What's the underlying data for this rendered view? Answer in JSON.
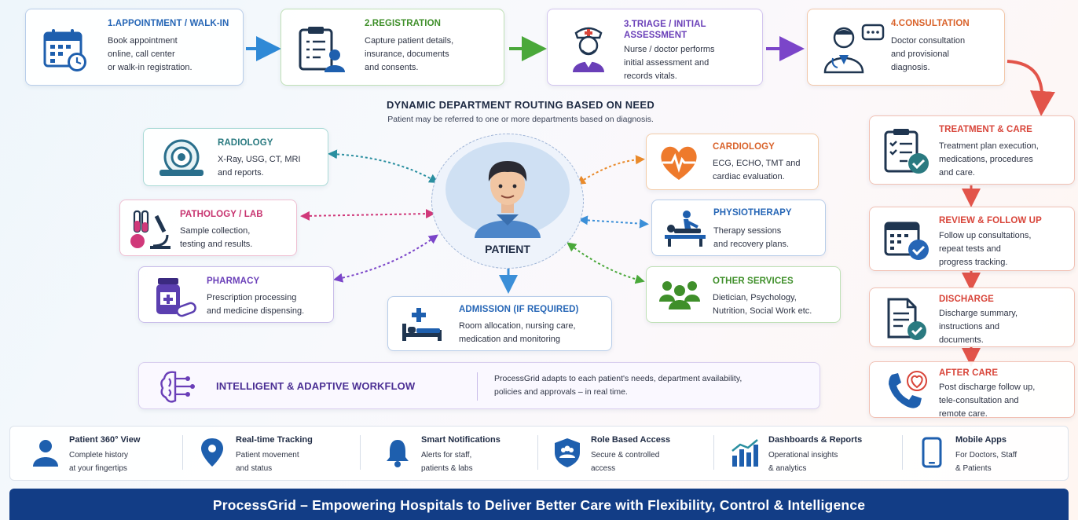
{
  "steps": [
    {
      "title": "1.APPOINTMENT / WALK-IN",
      "lines": [
        "Book appointment",
        "online, call center",
        "or walk-in registration."
      ]
    },
    {
      "title": "2.REGISTRATION",
      "lines": [
        "Capture patient details,",
        "insurance, documents",
        "and consents."
      ]
    },
    {
      "title_lines": [
        "3.TRIAGE / INITIAL",
        "ASSESSMENT"
      ],
      "lines": [
        "Nurse / doctor performs",
        "initial assessment and",
        "records vitals."
      ]
    },
    {
      "title": "4.CONSULTATION",
      "lines": [
        "Doctor consultation",
        "and provisional",
        "diagnosis."
      ]
    }
  ],
  "routing": {
    "title": "DYNAMIC DEPARTMENT ROUTING BASED ON NEED",
    "subtitle": "Patient may be referred to one or more departments based on diagnosis."
  },
  "patient_label": "PATIENT",
  "departments": {
    "radiology": {
      "title": "RADIOLOGY",
      "lines": [
        "X-Ray, USG, CT, MRI",
        "and reports."
      ]
    },
    "pathology": {
      "title": "PATHOLOGY / LAB",
      "lines": [
        "Sample collection,",
        "testing and results."
      ]
    },
    "pharmacy": {
      "title": "PHARMACY",
      "lines": [
        "Prescription processing",
        "and medicine dispensing."
      ]
    },
    "admission": {
      "title": "ADMISSION (IF REQUIRED)",
      "lines": [
        "Room allocation, nursing care,",
        "medication and monitoring"
      ]
    },
    "cardiology": {
      "title": "CARDIOLOGY",
      "lines": [
        "ECG, ECHO, TMT and",
        "cardiac evaluation."
      ]
    },
    "physiotherapy": {
      "title": "PHYSIOTHERAPY",
      "lines": [
        "Therapy sessions",
        "and recovery plans."
      ]
    },
    "other": {
      "title": "OTHER SERVICES",
      "lines": [
        "Dietician, Psychology,",
        "Nutrition, Social Work etc."
      ]
    }
  },
  "right_column": [
    {
      "title": "TREATMENT & CARE",
      "lines": [
        "Treatment plan execution,",
        "medications, procedures",
        "and care."
      ]
    },
    {
      "title": "REVIEW & FOLLOW UP",
      "lines": [
        "Follow up consultations,",
        "repeat tests and",
        "progress tracking."
      ]
    },
    {
      "title": "DISCHARGE",
      "lines": [
        "Discharge summary,",
        "instructions and",
        "documents."
      ]
    },
    {
      "title": "AFTER CARE",
      "lines": [
        "Post discharge follow up,",
        "tele-consultation and",
        "remote care."
      ]
    }
  ],
  "workflow": {
    "title": "INTELLIGENT & ADAPTIVE WORKFLOW",
    "lines": [
      "ProcessGrid adapts to each patient's needs, department availability,",
      "policies and approvals – in real time."
    ]
  },
  "features": [
    {
      "title": "Patient 360° View",
      "lines": [
        "Complete history",
        "at your fingertips"
      ],
      "icon": "person-icon"
    },
    {
      "title": "Real-time Tracking",
      "lines": [
        "Patient movement",
        "and status"
      ],
      "icon": "location-pin-icon"
    },
    {
      "title": "Smart Notifications",
      "lines": [
        "Alerts for staff,",
        "patients & labs"
      ],
      "icon": "bell-icon"
    },
    {
      "title": "Role Based Access",
      "lines": [
        "Secure & controlled",
        "access"
      ],
      "icon": "shield-users-icon"
    },
    {
      "title": "Dashboards & Reports",
      "lines": [
        "Operational insights",
        "& analytics"
      ],
      "icon": "bar-chart-icon"
    },
    {
      "title": "Mobile Apps",
      "lines": [
        "For Doctors, Staff",
        "& Patients"
      ],
      "icon": "smartphone-icon"
    }
  ],
  "footer": "ProcessGrid – Empowering Hospitals to Deliver Better Care with Flexibility, Control & Intelligence",
  "colors": {
    "blue": "#2666b6",
    "green": "#3f8f2a",
    "purple": "#6a3fb8",
    "orange": "#d9622a",
    "pink": "#c7336f",
    "red": "#d8453a",
    "navy": "#123d86"
  }
}
